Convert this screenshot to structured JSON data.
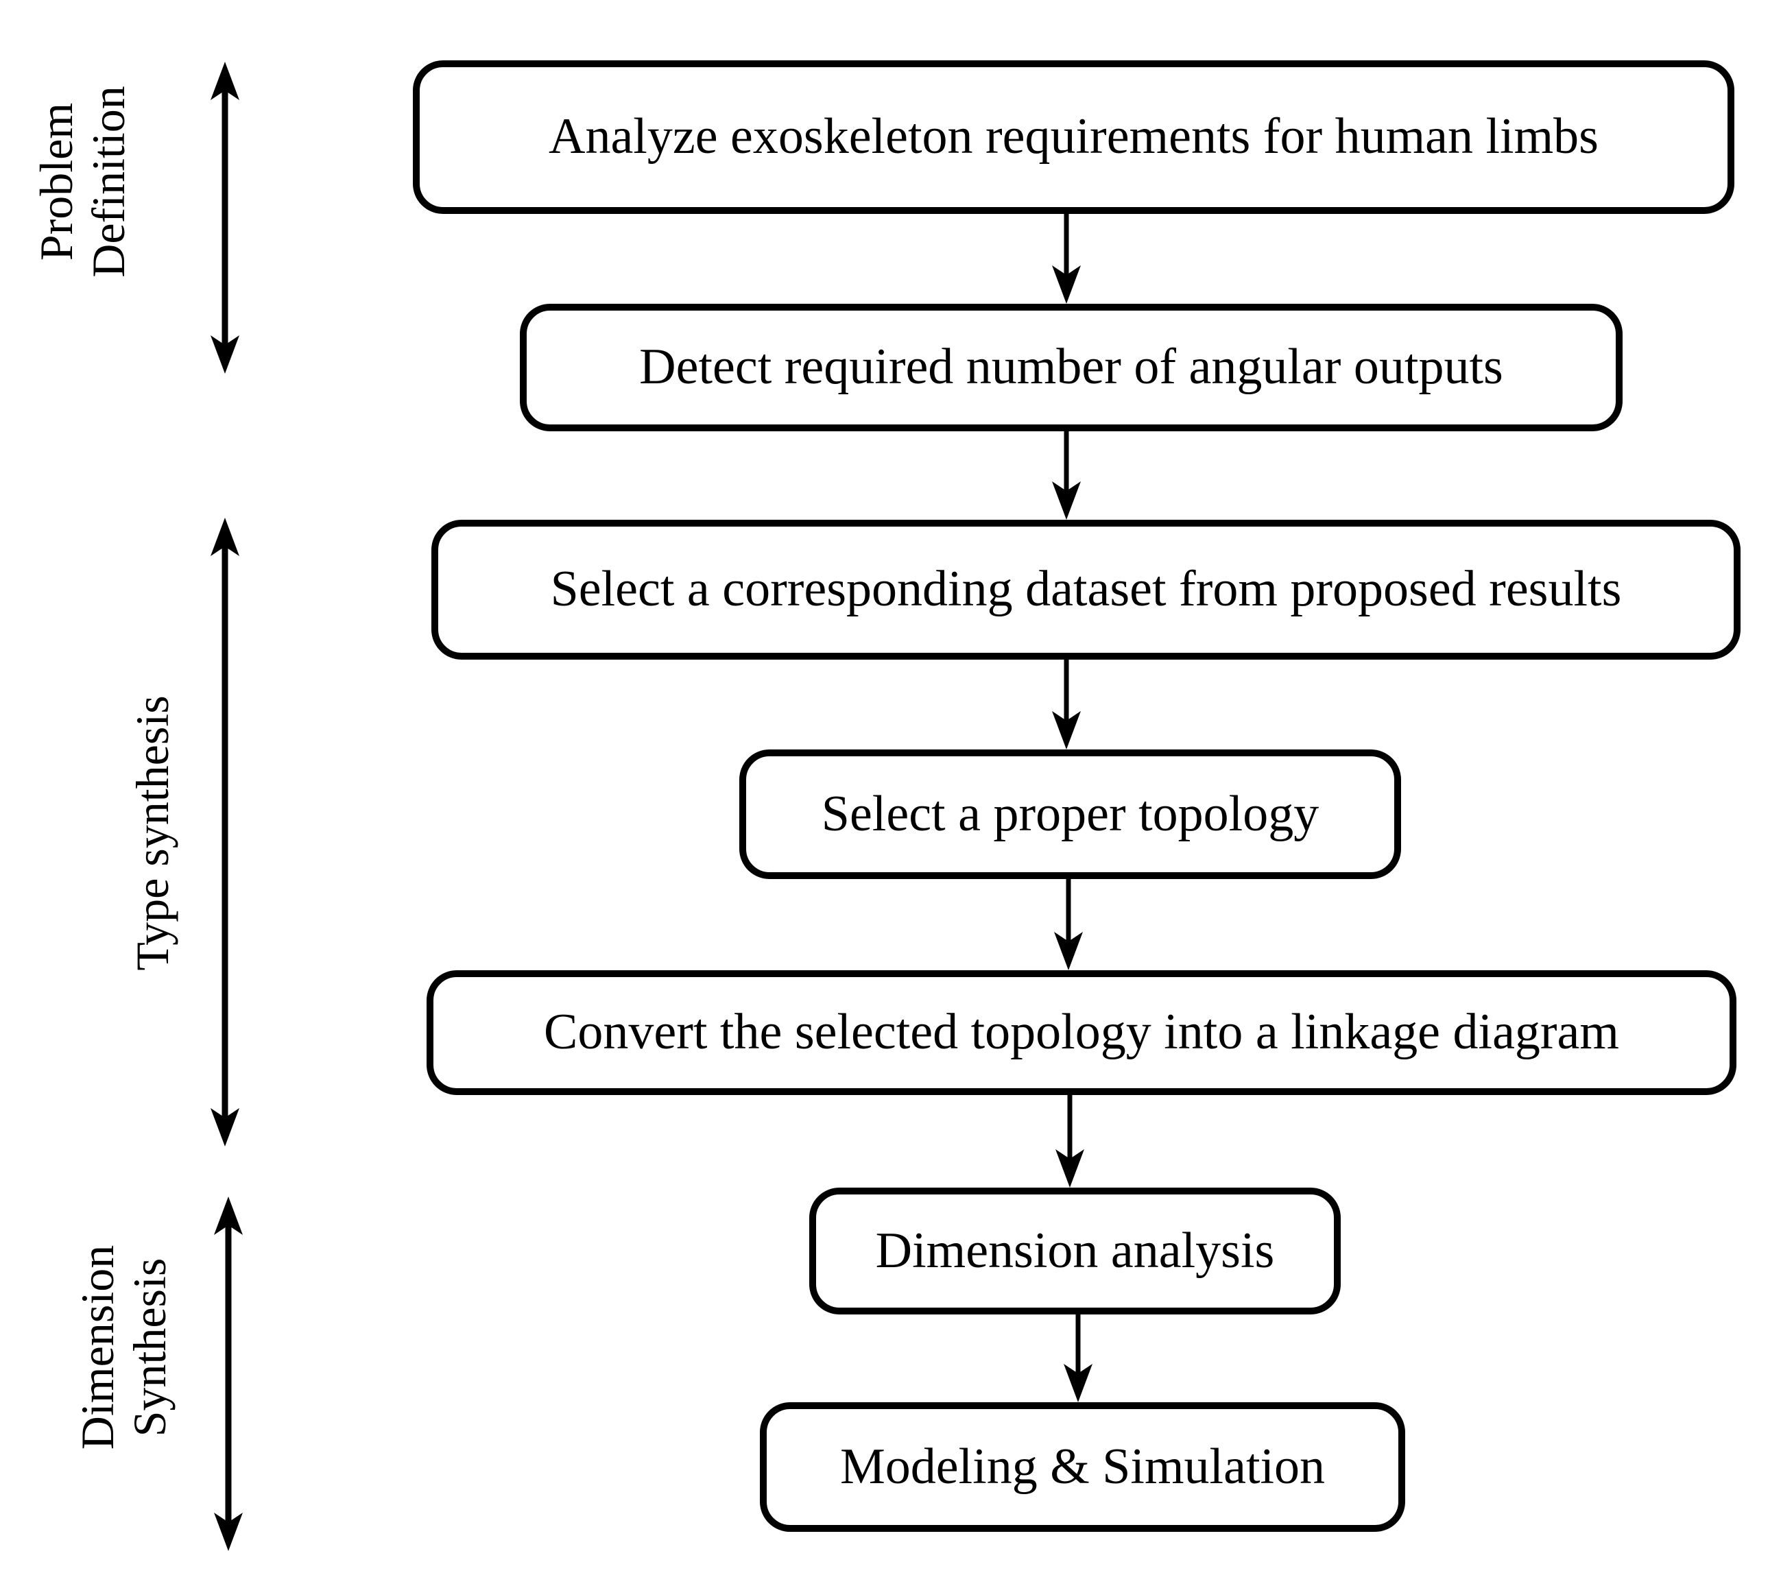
{
  "page": {
    "background": "#ffffff",
    "ink": "#000000"
  },
  "diagram": {
    "sections": [
      {
        "id": "problem-definition",
        "lines": [
          "Problem",
          "Definition"
        ]
      },
      {
        "id": "type-synthesis",
        "lines": [
          "Type synthesis",
          ""
        ]
      },
      {
        "id": "dimension-synthesis",
        "lines": [
          "Dimension",
          "Synthesis"
        ]
      }
    ],
    "steps": [
      {
        "label": "Analyze exoskeleton requirements for human limbs"
      },
      {
        "label": "Detect required number of angular outputs"
      },
      {
        "label": "Select a corresponding dataset from proposed results"
      },
      {
        "label": "Select a proper topology"
      },
      {
        "label": "Convert the selected topology into a linkage diagram"
      },
      {
        "label": "Dimension analysis"
      },
      {
        "label": "Modeling & Simulation"
      }
    ],
    "icons": [
      {
        "name": "double-headed-extent-arrow",
        "count": 3
      },
      {
        "name": "flow-down-arrow",
        "count": 6
      }
    ]
  }
}
